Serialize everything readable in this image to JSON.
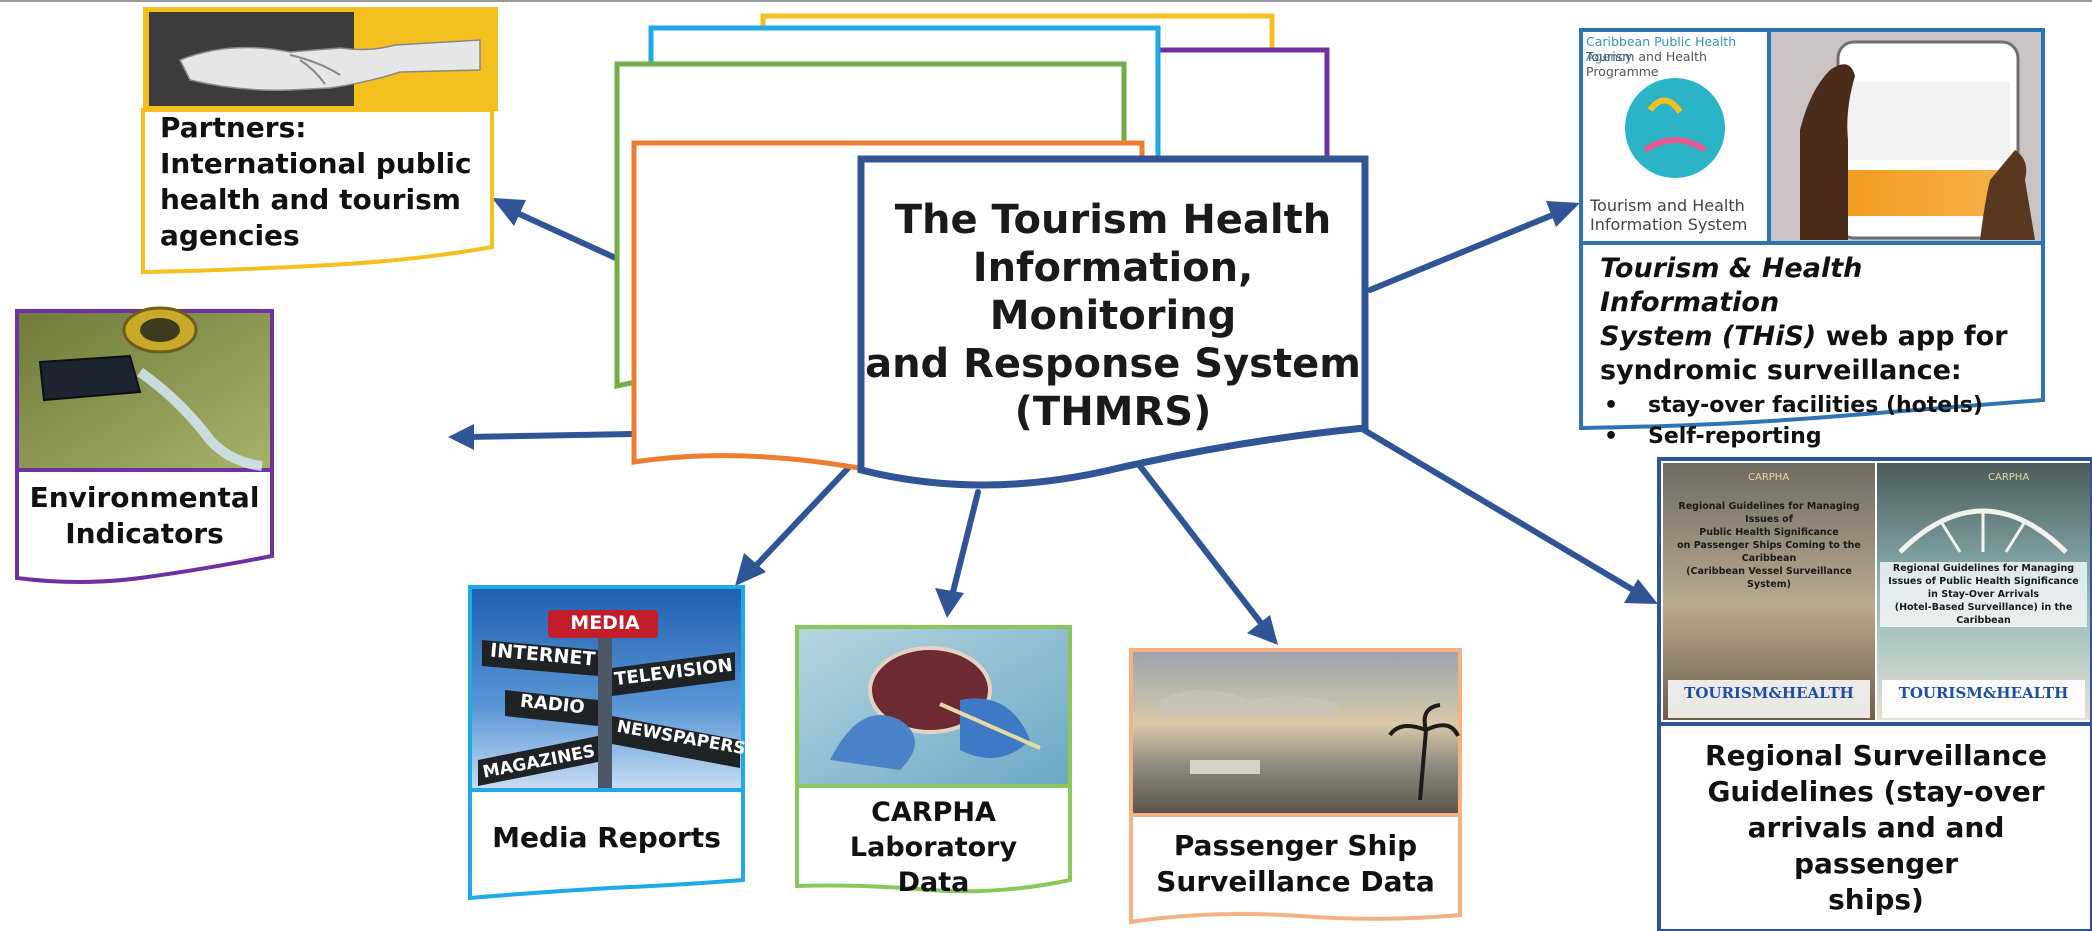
{
  "center": {
    "title_lines": [
      "The Tourism Health",
      "Information, Monitoring",
      "and Response System",
      "(THMRS)"
    ]
  },
  "partners": {
    "lines": [
      "Partners:",
      "International public",
      "health and tourism",
      "agencies"
    ],
    "image_icon": "handshake-photo"
  },
  "environmental": {
    "lines": [
      "Environmental",
      "Indicators"
    ],
    "image_icon": "drainage-pipe-photo"
  },
  "media": {
    "label": "Media Reports",
    "signpost": {
      "top": "MEDIA",
      "signs": [
        "INTERNET",
        "TELEVISION",
        "RADIO",
        "NEWSPAPERS",
        "MAGAZINES"
      ]
    }
  },
  "carpha_lab": {
    "lines": [
      "CARPHA",
      "Laboratory",
      "Data"
    ],
    "image_icon": "petri-dish-photo"
  },
  "ship": {
    "lines": [
      "Passenger Ship",
      "Surveillance Data"
    ],
    "image_icon": "beach-cruise-ship-photo"
  },
  "this_app": {
    "header_agency": "Caribbean Public Health Agency",
    "header_programme": "Tourism and Health Programme",
    "logo_caption_lines": [
      "Tourism and Health",
      "Information System"
    ],
    "italic_lines": [
      "Tourism & Health Information",
      "System (THiS)"
    ],
    "rest_first": " web app for",
    "rest_second": "syndromic surveillance:",
    "bullets": [
      "stay-over facilities  (hotels)",
      "Self-reporting"
    ]
  },
  "regional": {
    "lines": [
      "Regional Surveillance",
      "Guidelines (stay-over",
      "arrivals and and passenger",
      "ships)"
    ],
    "poster_left": {
      "org": "CARPHA",
      "title_lines": [
        "Regional Guidelines for Managing Issues of",
        "Public Health Significance",
        "on Passenger Ships Coming to the",
        "Caribbean",
        "(Caribbean Vessel Surveillance System)"
      ],
      "brand": "TOURISM&HEALTH"
    },
    "poster_right": {
      "org": "CARPHA",
      "title_lines": [
        "Regional Guidelines for Managing",
        "Issues of Public Health Significance",
        "in Stay-Over Arrivals",
        "(Hotel-Based Surveillance) in the Caribbean"
      ],
      "brand": "TOURISM&HEALTH"
    }
  },
  "colors": {
    "arrow": "#2f5597",
    "center_border": "#2f5597",
    "yellow": "#f4c020",
    "blue_light": "#1ea9e8",
    "purple": "#7030a0",
    "green": "#70ad47",
    "orange": "#ed7d31",
    "peach": "#f4b183",
    "navy": "#2e74b5"
  }
}
